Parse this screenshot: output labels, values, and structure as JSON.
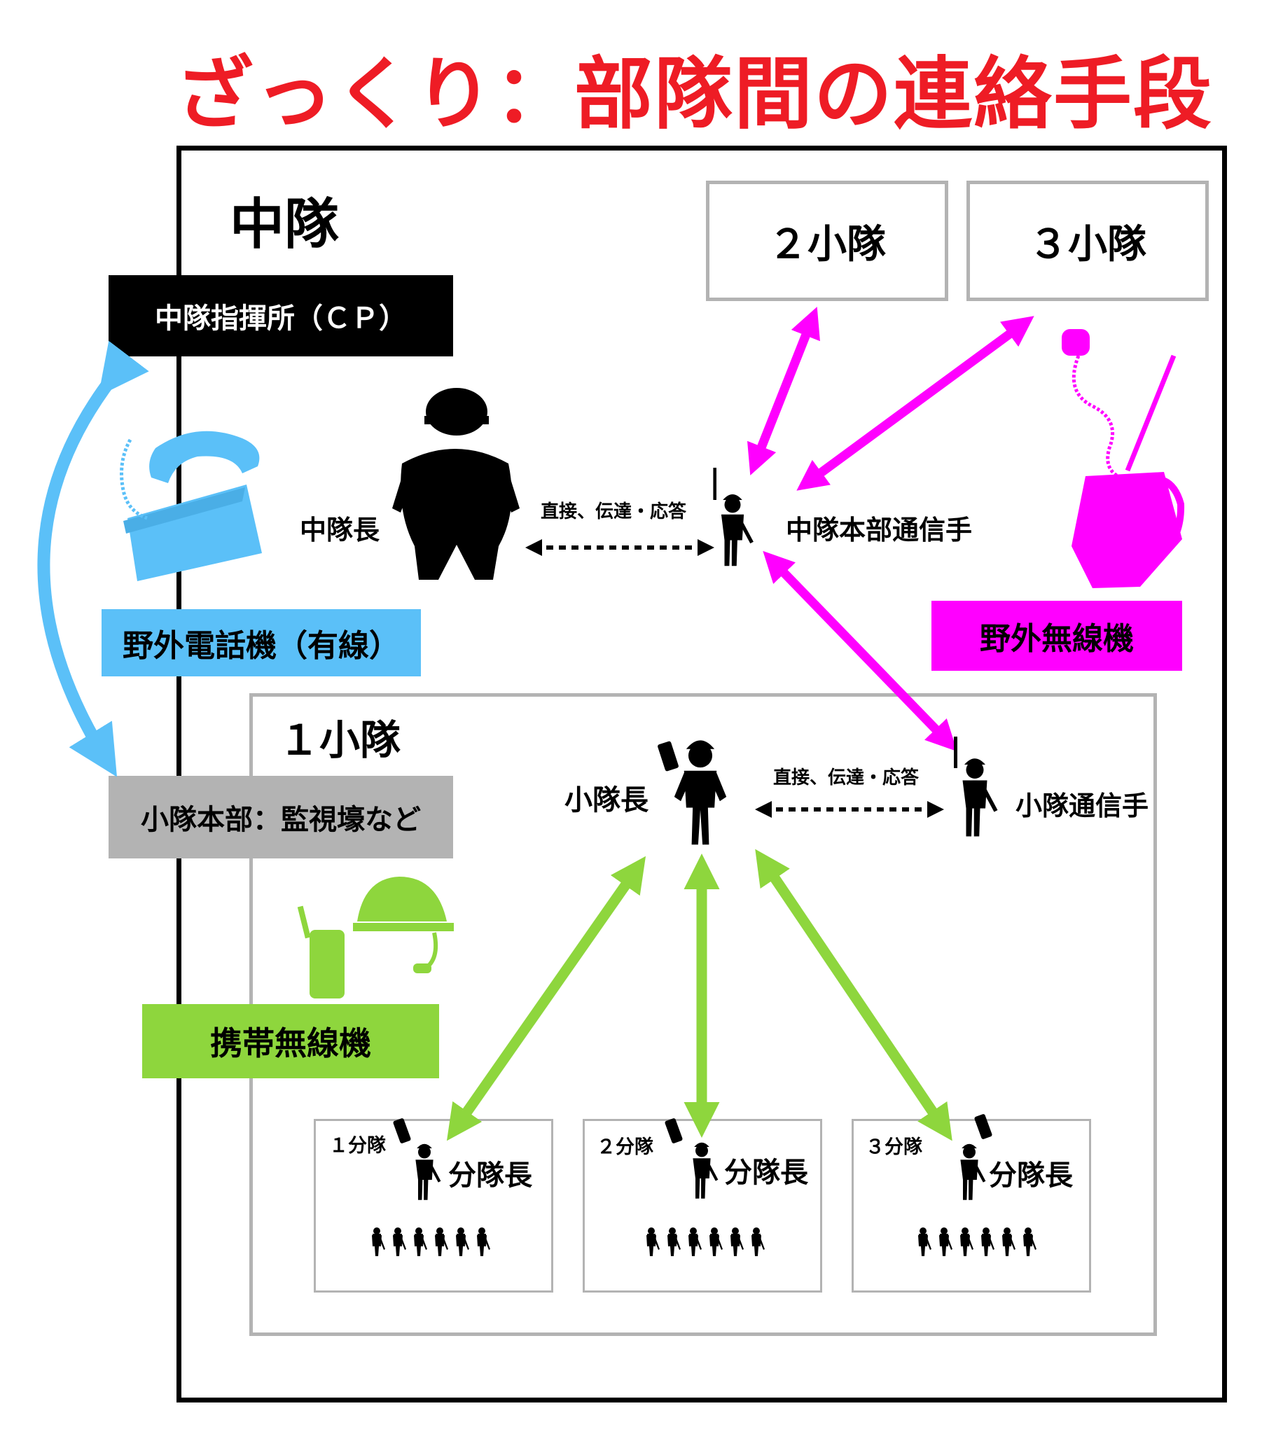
{
  "title": "ざっくり：部隊間の連絡手段",
  "company": {
    "label": "中隊"
  },
  "platoons": {
    "p2": "２小隊",
    "p3": "３小隊",
    "p1": "１小隊"
  },
  "cp_label": "中隊指揮所（ＣＰ）",
  "platoon_hq_label": "小隊本部：監視壕など",
  "equipment": {
    "field_phone": "野外電話機（有線）",
    "field_radio": "野外無線機",
    "handheld_radio": "携帯無線機"
  },
  "people": {
    "company_commander": "中隊長",
    "company_hq_radioman": "中隊本部通信手",
    "platoon_leader": "小隊長",
    "platoon_radioman": "小隊通信手",
    "squad_leader": "分隊長"
  },
  "links": {
    "direct_1": "直接、伝達・応答",
    "direct_2": "直接、伝達・応答"
  },
  "squads": [
    {
      "name": "１分隊",
      "leader": "分隊長"
    },
    {
      "name": "２分隊",
      "leader": "分隊長"
    },
    {
      "name": "３分隊",
      "leader": "分隊長"
    }
  ],
  "colors": {
    "title": "#ee1c25",
    "wired": "#5bc0f8",
    "radio": "#ff00ff",
    "handheld": "#8ed63d",
    "platoon_hq": "#b3b3b3",
    "cp": "#000000"
  }
}
